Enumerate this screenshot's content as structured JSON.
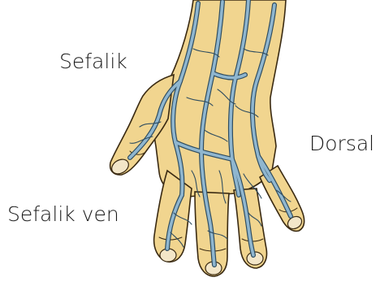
{
  "labels": {
    "cephalic_top": "Sefalik",
    "dorsal": "Dorsal",
    "cephalic_vein": "Sefalik ven"
  },
  "colors": {
    "skin": "#f1d58f",
    "skin_outline": "#3a2a12",
    "vein_fill": "#8fb6cf",
    "vein_outline": "#2f4d60",
    "nail": "#f3e6c8"
  }
}
